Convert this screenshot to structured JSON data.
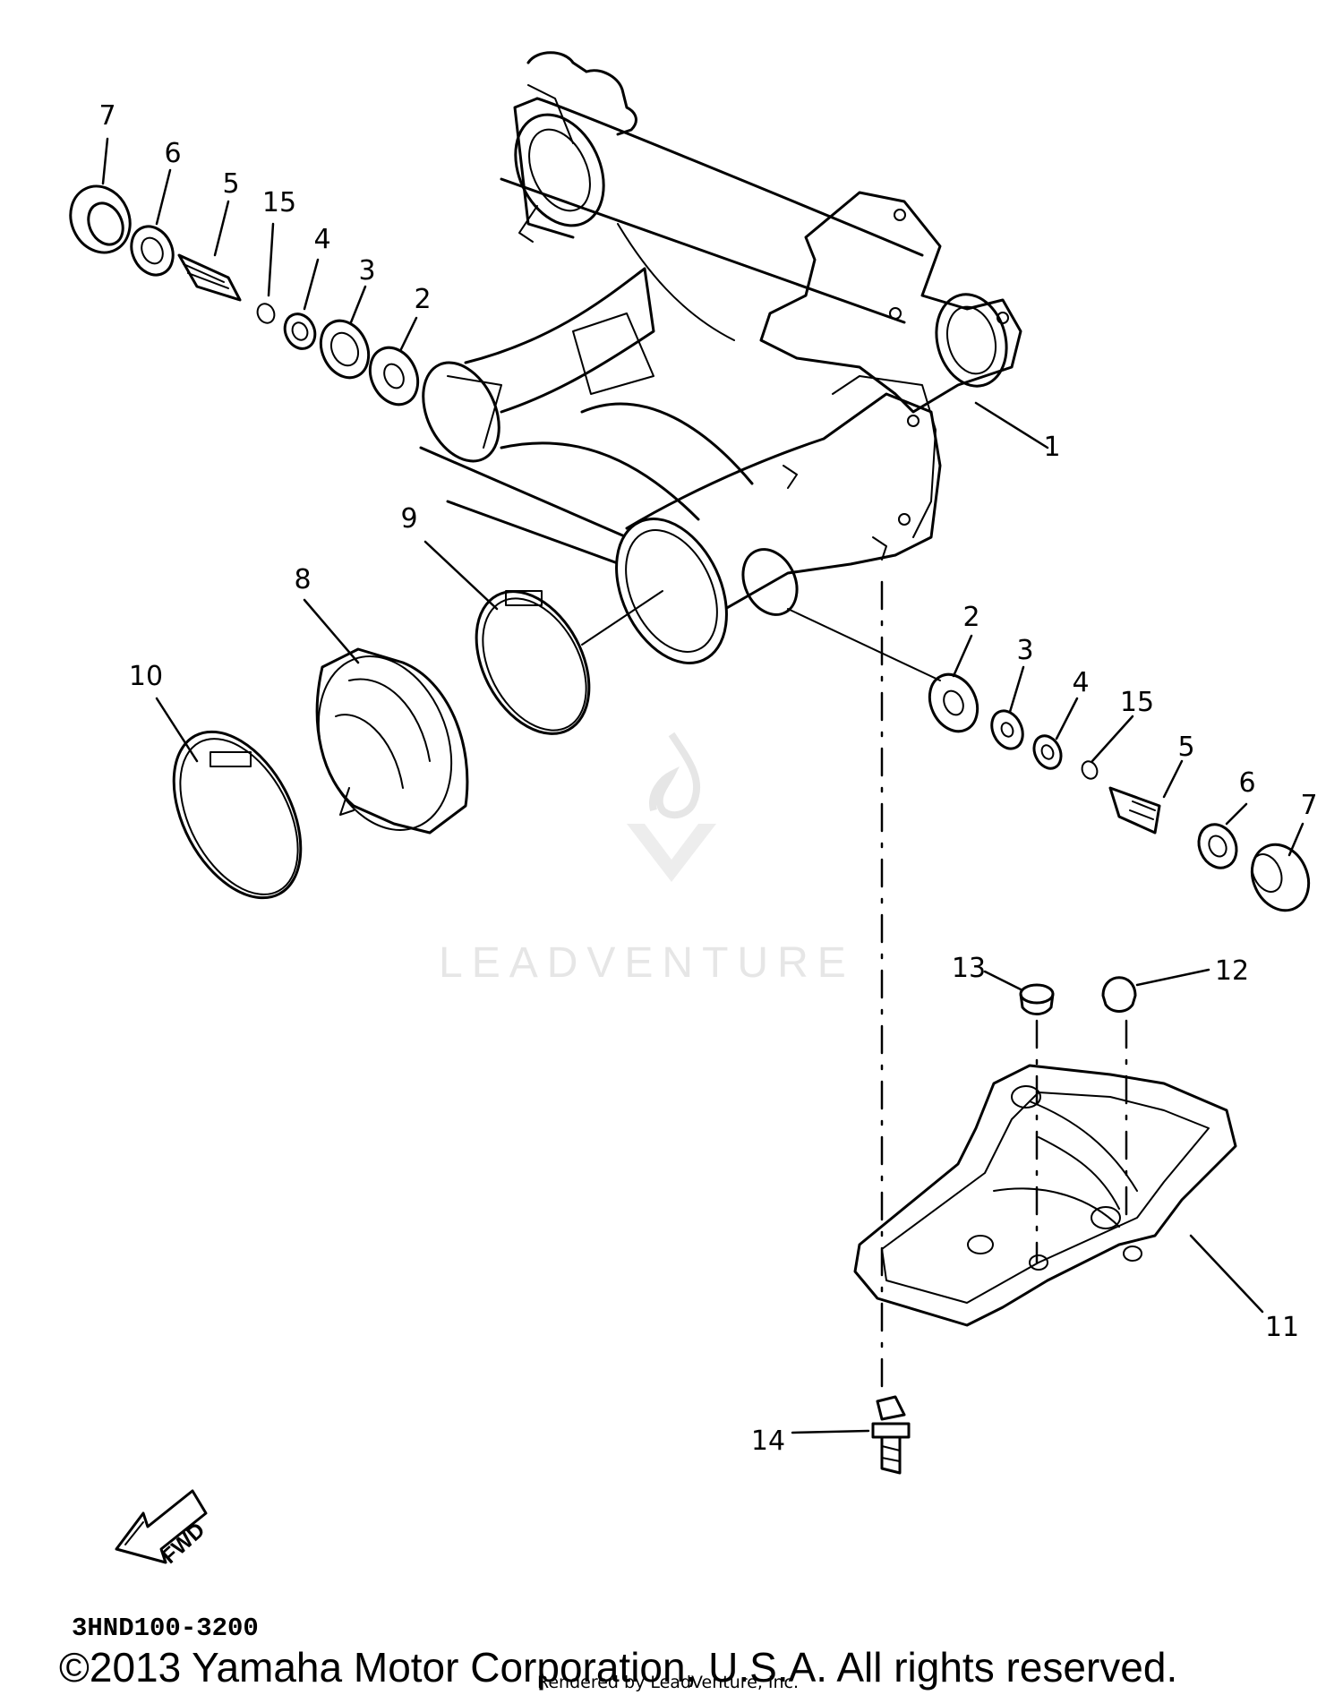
{
  "figure": {
    "code": "3HND100-3200",
    "copyright": "©2013 Yamaha Motor Corporation, U.S.A. All rights reserved.",
    "rendered_by": "Rendered by LeadVenture, Inc.",
    "watermark": "LEADVENTURE",
    "fwd_label": "FWD"
  },
  "callouts": {
    "c1": "1",
    "c2a": "2",
    "c3a": "3",
    "c4a": "4",
    "c5a": "5",
    "c6a": "6",
    "c7a": "7",
    "c15a": "15",
    "c2b": "2",
    "c3b": "3",
    "c4b": "4",
    "c5b": "5",
    "c6b": "6",
    "c7b": "7",
    "c15b": "15",
    "c8": "8",
    "c9": "9",
    "c10": "10",
    "c11": "11",
    "c12": "12",
    "c13": "13",
    "c14": "14"
  },
  "colors": {
    "line": "#000000",
    "background": "#ffffff",
    "watermark": "#e6e6e6"
  }
}
